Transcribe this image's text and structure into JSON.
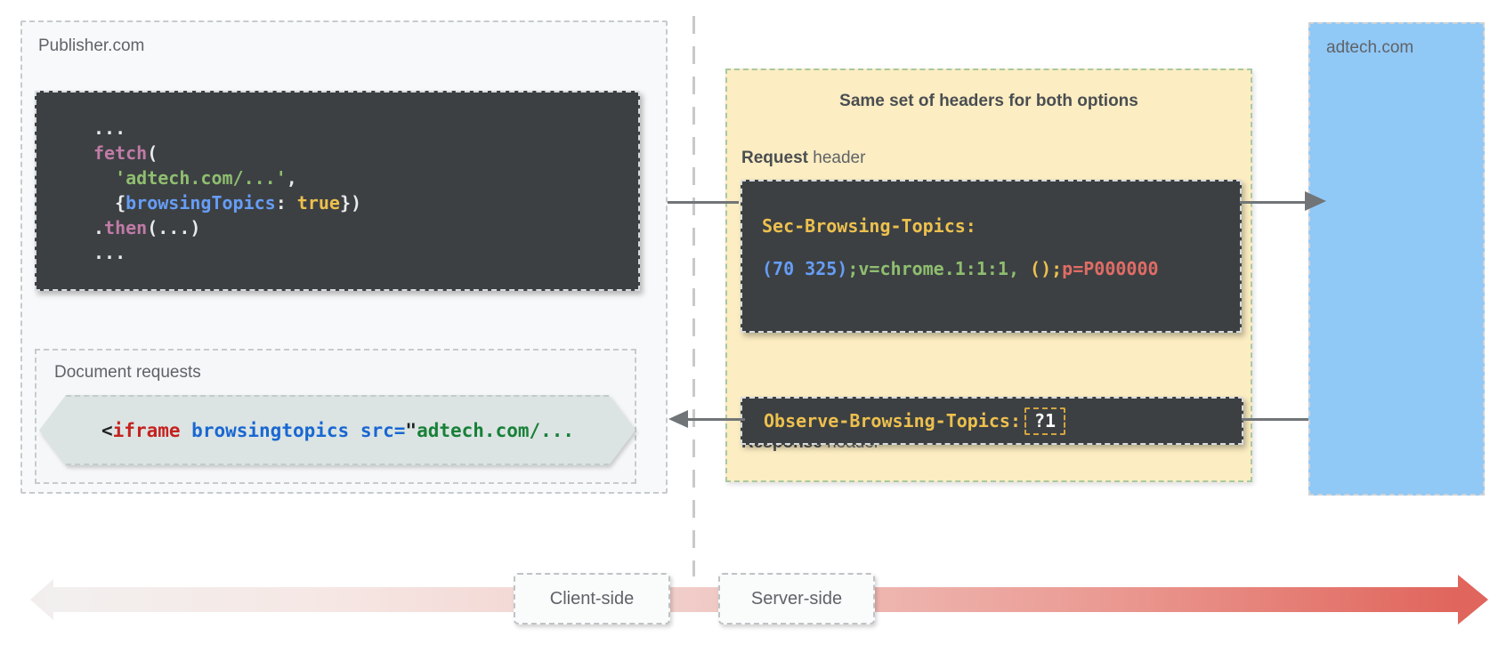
{
  "colors": {
    "code_box_bg": "#3c4043",
    "panel_yellow_bg": "#fcedc2",
    "panel_yellow_border": "#a9c8a2",
    "adtech_blue_bg": "#90c8f6",
    "publisher_bg": "#f8f9fa",
    "hexagon_bg": "#dbe4e3",
    "timeline_red": "#e0655c",
    "token_gold": "#edc04e",
    "token_blue": "#669df6",
    "token_green": "#8fbe6f",
    "token_red": "#e06c65",
    "token_pink": "#c07ba6",
    "connector_gray": "#717578"
  },
  "publisher": {
    "label": "Publisher.com",
    "fetch_code": {
      "ellipsis_top": "...",
      "fetch_fn": "fetch",
      "fetch_open": "(",
      "url_string": "'adtech.com/...'",
      "url_comma": ",",
      "opts_open": "{",
      "opts_key": "browsingTopics",
      "opts_colon": ": ",
      "opts_value": "true",
      "opts_close": "})",
      "then_dot": ".",
      "then_fn": "then",
      "then_args": "(...)",
      "ellipsis_bottom": "..."
    },
    "document_requests": {
      "label": "Document requests",
      "iframe_code": {
        "lt": "<",
        "tag": "iframe ",
        "attr": "browsingtopics ",
        "src_attr": "src=",
        "quote": "\"",
        "url": "adtech.com/..."
      }
    }
  },
  "headers_panel": {
    "title": "Same set of headers for both options",
    "request": {
      "label_strong": "Request",
      "label_rest": " header",
      "header_name": "Sec-Browsing-Topics:",
      "value_topics": "(70 325)",
      "value_version": ";v=chrome.1:1:1,",
      "value_empty": " ();",
      "value_padding": "p=P000000"
    },
    "response": {
      "label_strong": "Response",
      "label_rest": " header",
      "header_name": "Observe-Browsing-Topics:",
      "header_value": "?1"
    }
  },
  "adtech": {
    "label": "adtech.com"
  },
  "timeline": {
    "client_label": "Client-side",
    "server_label": "Server-side"
  }
}
